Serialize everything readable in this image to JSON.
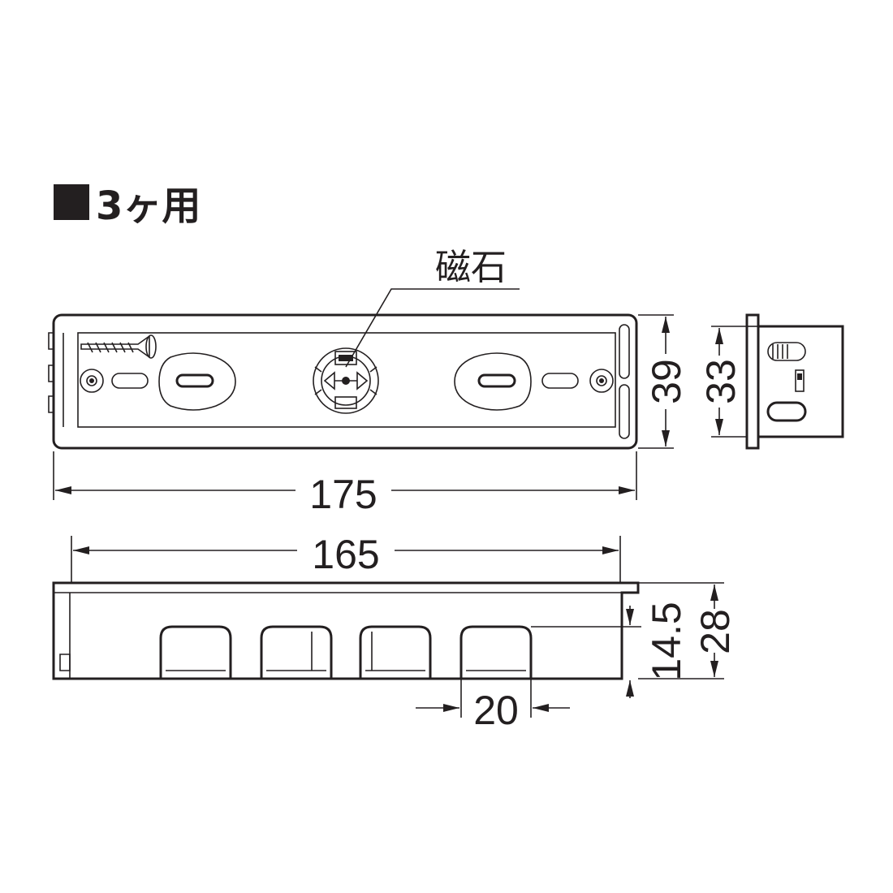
{
  "heading": {
    "title": "3ヶ用"
  },
  "callouts": {
    "magnet_label": "磁石"
  },
  "dimensions": {
    "overall_length": "175",
    "inner_length": "165",
    "height": "39",
    "side_height": "33",
    "bottom_depth": "28",
    "knockout_height": "14.5",
    "knockout_width": "20"
  },
  "colors": {
    "line": "#231f20",
    "background": "#ffffff"
  }
}
